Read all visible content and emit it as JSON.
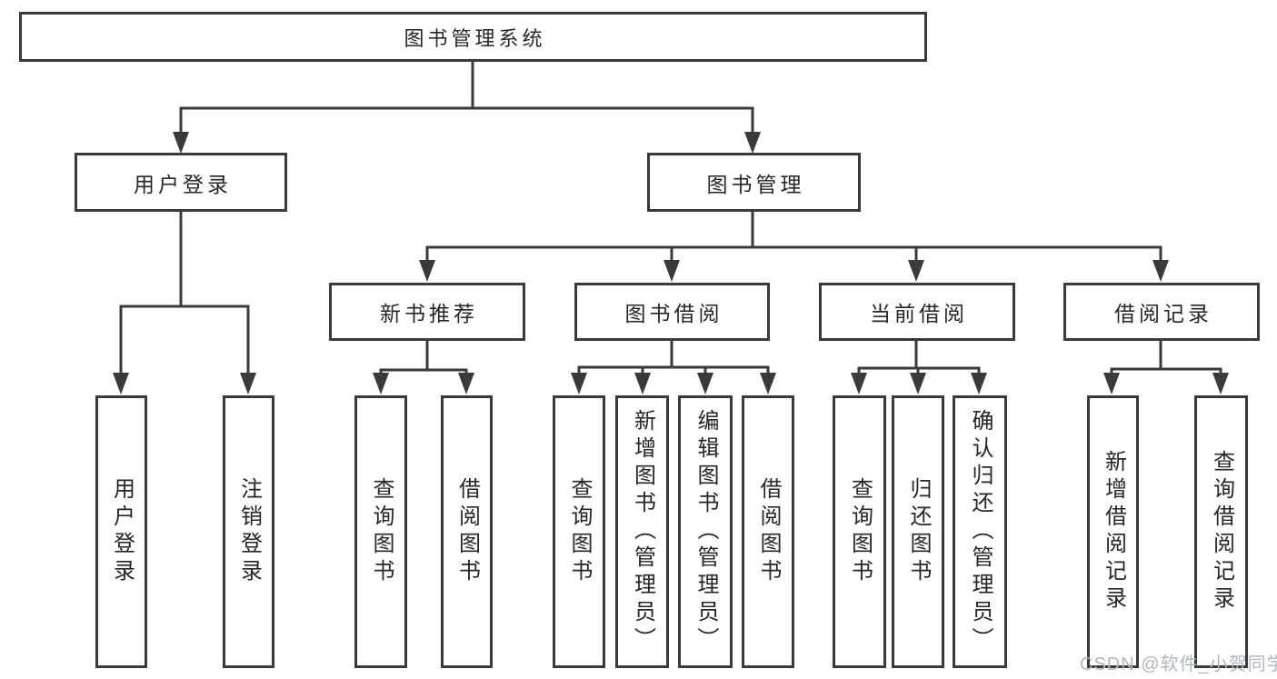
{
  "tree": {
    "label": "图书管理系统",
    "children": [
      {
        "label": "用户登录",
        "children": [
          {
            "label": "用户登录"
          },
          {
            "label": "注销登录"
          }
        ]
      },
      {
        "label": "图书管理",
        "children": [
          {
            "label": "新书推荐",
            "children": [
              {
                "label": "查询图书"
              },
              {
                "label": "借阅图书"
              }
            ]
          },
          {
            "label": "图书借阅",
            "children": [
              {
                "label": "查询图书"
              },
              {
                "label": "新增图书（管理员）"
              },
              {
                "label": "编辑图书（管理员）"
              },
              {
                "label": "借阅图书"
              }
            ]
          },
          {
            "label": "当前借阅",
            "children": [
              {
                "label": "查询图书"
              },
              {
                "label": "归还图书"
              },
              {
                "label": "确认归还（管理员）"
              }
            ]
          },
          {
            "label": "借阅记录",
            "children": [
              {
                "label": "新增借阅记录"
              },
              {
                "label": "查询借阅记录"
              }
            ]
          }
        ]
      }
    ]
  },
  "watermark": {
    "label": "CSDN @软件_小贺同学"
  },
  "colors": {
    "line": "#3a3a3a",
    "box_border": "#3a3a3a",
    "text": "#262626",
    "watermark_text": "#b1b7be",
    "background": "#ffffff"
  }
}
